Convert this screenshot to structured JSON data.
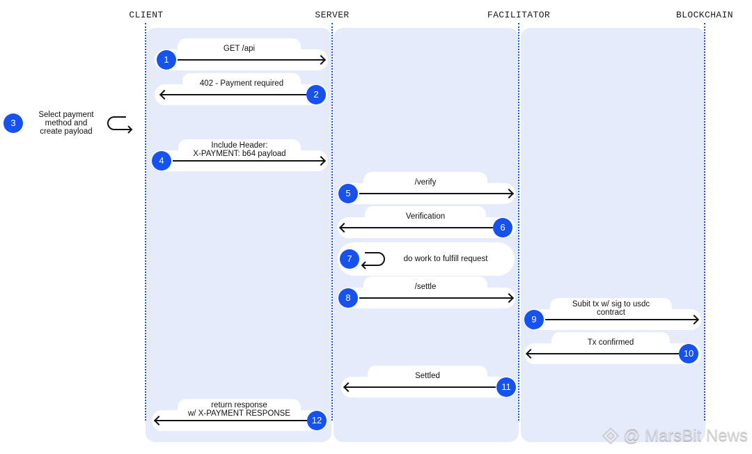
{
  "lanes": [
    {
      "label": "CLIENT"
    },
    {
      "label": "SERVER"
    },
    {
      "label": "FACILITATOR"
    },
    {
      "label": "BLOCKCHAIN"
    }
  ],
  "steps": [
    {
      "number": "1",
      "label": [
        "GET /api"
      ],
      "icon": "arrow-right-icon"
    },
    {
      "number": "2",
      "label": [
        "402 - Payment required"
      ],
      "icon": "arrow-left-icon"
    },
    {
      "number": "3",
      "label": [
        "Select payment",
        "method and",
        "create payload"
      ],
      "icon": "loop-arrow-icon"
    },
    {
      "number": "4",
      "label": [
        "Include Header:",
        "X-PAYMENT: b64 payload"
      ],
      "icon": "arrow-right-icon"
    },
    {
      "number": "5",
      "label": [
        "/verify"
      ],
      "icon": "arrow-right-icon"
    },
    {
      "number": "6",
      "label": [
        "Verification"
      ],
      "icon": "arrow-left-icon"
    },
    {
      "number": "7",
      "label": [
        "do work to fulfill request"
      ],
      "icon": "loop-arrow-icon"
    },
    {
      "number": "8",
      "label": [
        "/settle"
      ],
      "icon": "arrow-right-icon"
    },
    {
      "number": "9",
      "label": [
        "Subit tx w/ sig to usdc",
        "contract"
      ],
      "icon": "arrow-right-icon"
    },
    {
      "number": "10",
      "label": [
        "Tx confirmed"
      ],
      "icon": "arrow-left-icon"
    },
    {
      "number": "11",
      "label": [
        "Settled"
      ],
      "icon": "arrow-left-icon"
    },
    {
      "number": "12",
      "label": [
        "return response",
        "w/ X-PAYMENT RESPONSE"
      ],
      "icon": "arrow-left-icon"
    }
  ],
  "watermark": {
    "text": "@ MarsBit News",
    "icon": "marsbit-logo-icon"
  },
  "colors": {
    "accent": "#1652f0",
    "panel": "#e6ebfc",
    "pill": "#ffffff",
    "text": "#111111",
    "header_text": "#1b1b1b",
    "watermark": "#d9d9d9"
  }
}
